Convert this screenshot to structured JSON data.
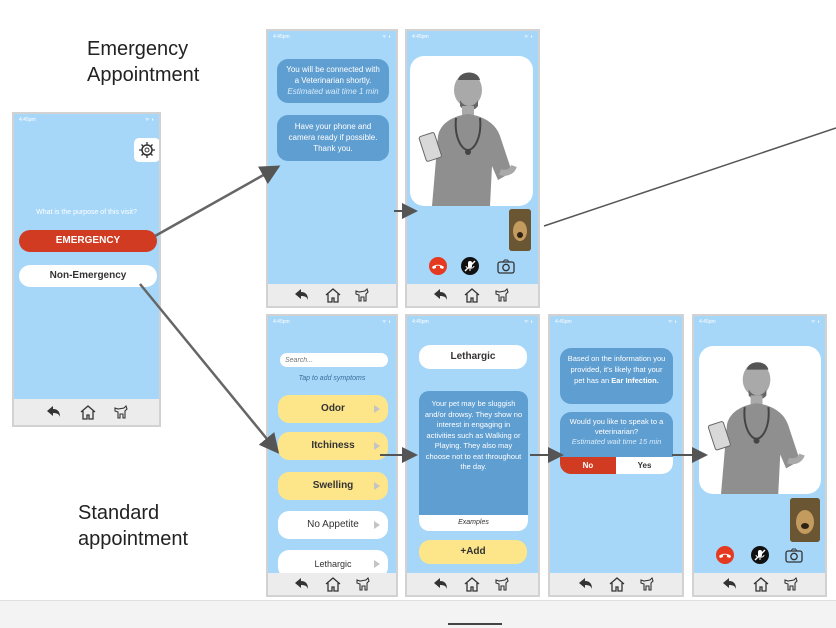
{
  "labels": {
    "emergency_title": "Emergency Appointment",
    "standard_title": "Standard appointment"
  },
  "status": {
    "time": "4:45pm",
    "icons": "ᯤ ◖"
  },
  "screen_home": {
    "question": "What is the purpose of this visit?",
    "emergency_btn": "EMERGENCY",
    "nonemergency_btn": "Non-Emergency"
  },
  "screen_wait": {
    "msg1": "You will be connected with a Veterinarian shortly.",
    "msg1_wait": "Estimated wait time 1 min",
    "msg2": "Have your phone and camera ready if possible. Thank you."
  },
  "screen_symptoms": {
    "search_placeholder": "Search...",
    "hint": "Tap to add symptoms",
    "items": [
      "Odor",
      "Itchiness",
      "Swelling",
      "No Appetite",
      "Lethargic"
    ]
  },
  "screen_detail": {
    "title": "Lethargic",
    "description": "Your pet may be sluggish and/or drowsy. They show no interest in engaging in activities such as Walking or Playing. They also may choose not to eat throughout the day.",
    "examples": "Examples",
    "add_btn": "+Add"
  },
  "screen_result": {
    "diag_pre": "Based on the information you provided, it's likely that your pet has an",
    "diag_bold": "Ear Infection.",
    "question": "Would you like to speak to a veterinarian?",
    "wait": "Estimated wait time 15 min",
    "no": "No",
    "yes": "Yes"
  },
  "colors": {
    "phone_bg": "#a6d7f9",
    "emergency": "#d13b22",
    "bubble": "#5f9ed1",
    "symptom": "#fde58a"
  }
}
